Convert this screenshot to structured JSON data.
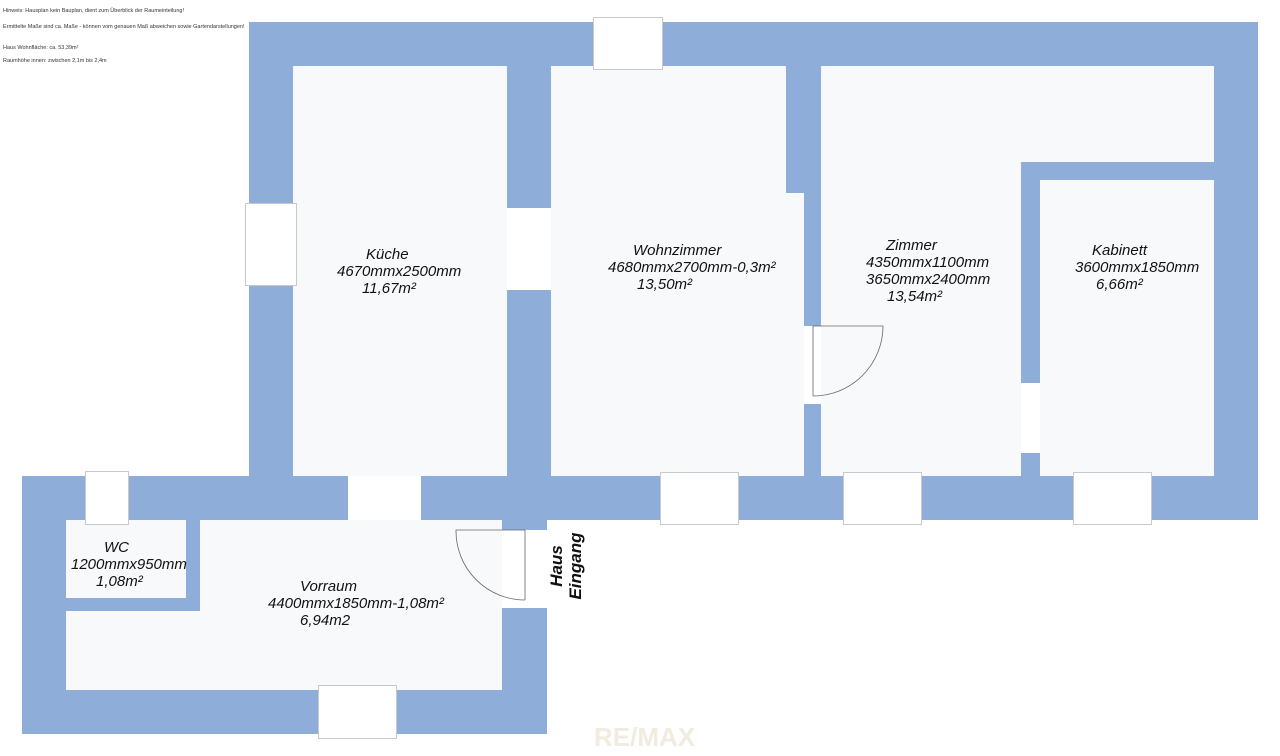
{
  "notes": [
    "Hinweis: Hausplan kein Bauplan, dient zum Überblick der Raumeinteilung!",
    "Ermittelte Maße sind ca. Maße - können vom genauen Maß abweichen sowie Gartendarstellungen!",
    "Haus Wohnfläche: ca. 53,39m²",
    "Raumhöhe innen: zwischen 2,1m bis 2,4m"
  ],
  "rooms": {
    "kueche": {
      "name": "Küche",
      "dimensions": "4670mmx2500mm",
      "area": "11,67m²"
    },
    "wohnzimmer": {
      "name": "Wohnzimmer",
      "dimensions": "4680mmx2700mm-0,3m²",
      "area": "13,50m²"
    },
    "zimmer": {
      "name": "Zimmer",
      "dimensions_1": "4350mmx1100mm",
      "dimensions_2": "3650mmx2400mm",
      "area": "13,54m²"
    },
    "kabinett": {
      "name": "Kabinett",
      "dimensions": "3600mmx1850mm",
      "area": "6,66m²"
    },
    "wc": {
      "name": "WC",
      "dimensions": "1200mmx950mm",
      "area": "1,08m²"
    },
    "vorraum": {
      "name": "Vorraum",
      "dimensions": "4400mmx1850mm-1,08m²",
      "area": "6,94m2"
    }
  },
  "entrance": {
    "line1": "Haus",
    "line2": "Eingang"
  },
  "watermark": "RE/MAX",
  "colors": {
    "wall": "#8fadd9",
    "floor": "#f8f9fb",
    "window": "#ffffff"
  }
}
